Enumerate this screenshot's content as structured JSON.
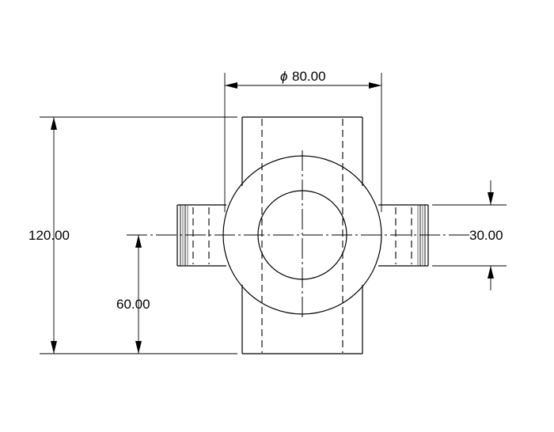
{
  "drawing": {
    "dimensions": {
      "top_diameter": {
        "symbol": "ϕ",
        "value": "80.00"
      },
      "total_height": "120.00",
      "center_height": "60.00",
      "side_pipe_size": "30.00"
    }
  }
}
